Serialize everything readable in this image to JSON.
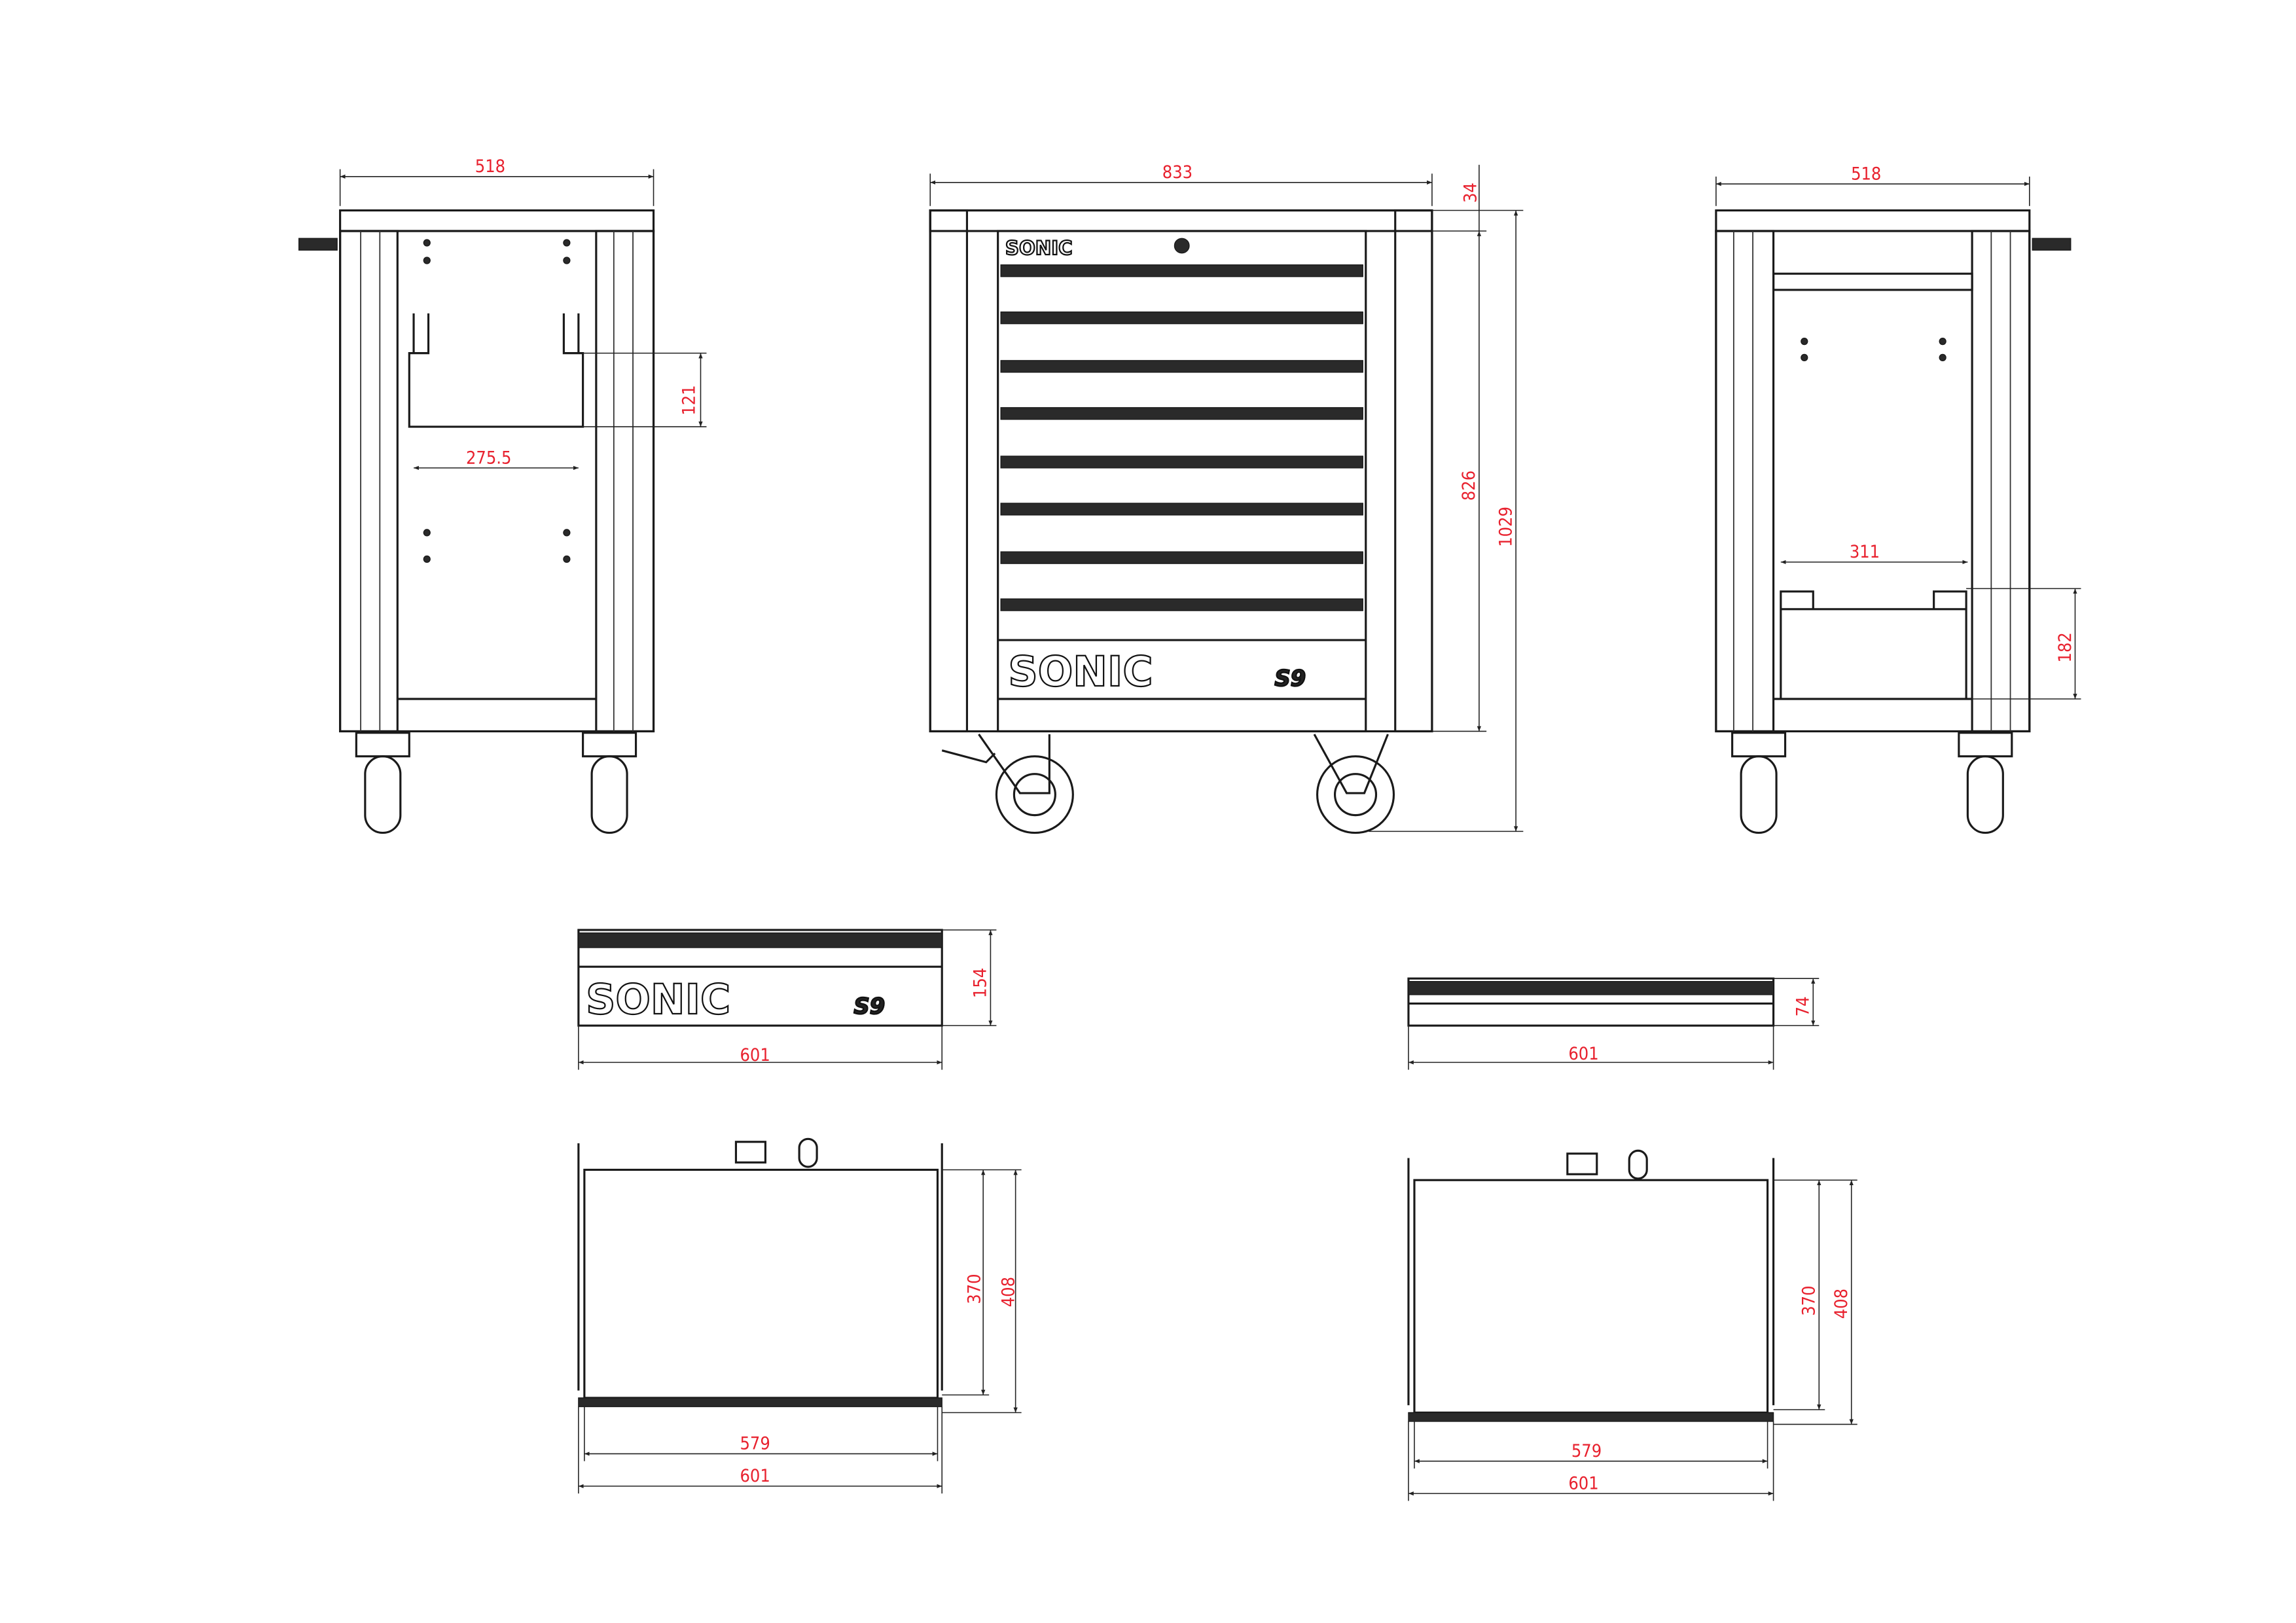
{
  "brand": {
    "logo_text": "SONIC",
    "model_badge": "S9"
  },
  "colors": {
    "dimension_text": "#e8212e",
    "line": "#1a1a1a"
  },
  "views": {
    "left_side": {
      "width": "518",
      "bracket_height": "121",
      "bracket_width": "275.5"
    },
    "front": {
      "width": "833",
      "top_thickness": "34",
      "body_height": "826",
      "total_height": "1029"
    },
    "right_side": {
      "width": "518",
      "bracket_width": "311",
      "bracket_height": "182"
    },
    "drawer_front_large": {
      "height": "154",
      "width": "601"
    },
    "drawer_front_small": {
      "height": "74",
      "width": "601"
    },
    "drawer_top_left": {
      "inner_depth": "370",
      "outer_depth": "408",
      "inner_width": "579",
      "outer_width": "601"
    },
    "drawer_top_right": {
      "inner_depth": "370",
      "outer_depth": "408",
      "inner_width": "579",
      "outer_width": "601"
    }
  }
}
